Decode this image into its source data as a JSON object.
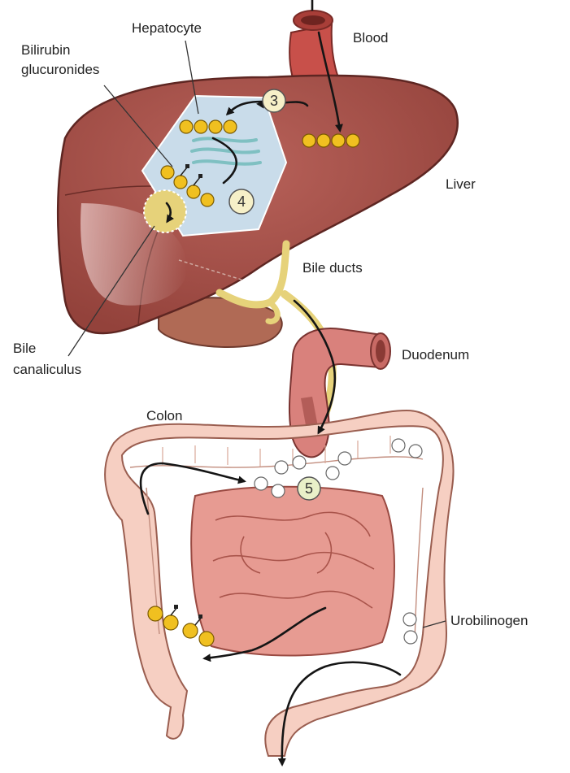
{
  "labels": {
    "hepatocyte": "Hepatocyte",
    "blood": "Blood",
    "bilirubin_line1": "Bilirubin",
    "bilirubin_line2": "glucuronides",
    "liver": "Liver",
    "bile_ducts": "Bile ducts",
    "bile_line1": "Bile",
    "bile_line2": "canaliculus",
    "duodenum": "Duodenum",
    "colon": "Colon",
    "urobilinogen": "Urobilinogen"
  },
  "steps": [
    "3",
    "4",
    "5"
  ],
  "colors": {
    "liver": "#a9524a",
    "liver_shadow": "#8a3a34",
    "hepatocyte": "#c9dcea",
    "bile_duct": "#e6d27a",
    "vessel": "#c8504a",
    "duodenum": "#d9817c",
    "colon": "#f6cfc2",
    "small_intestine": "#e79b92",
    "bilirubin": "#f0c020",
    "urobilinogen": "#ffffff"
  }
}
